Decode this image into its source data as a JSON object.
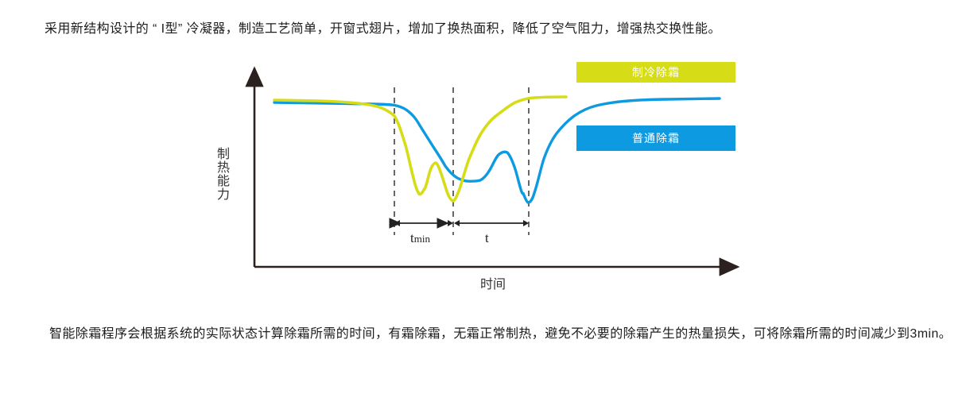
{
  "intro_paragraph": "采用新结构设计的 “ I型” 冷凝器，制造工艺简单，开窗式翅片，增加了换热面积，降低了空气阻力，增强热交换性能。",
  "closing_paragraph": "智能除霜程序会根据系统的实际状态计算除霜所需的时间，有霜除霜，无霜正常制热，避免不必要的除霜产生的热量损失，可将除霜所需的时间减少到3min。",
  "legend": {
    "cooling_defrost": "制冷除霜",
    "normal_defrost": "普通除霜",
    "cooling_color": "#d6dd16",
    "normal_color": "#0d9ae0"
  },
  "chart_data": {
    "type": "line",
    "title": "",
    "xlabel": "时间",
    "ylabel": "制热能力",
    "grid": false,
    "legend_position": "right",
    "axis_color": "#2b211f",
    "annotations": [
      {
        "name": "tmin",
        "label_main": "t",
        "label_sub": "min",
        "from_x": 496,
        "to_x": 570,
        "y": 281
      },
      {
        "name": "t",
        "label_main": "t",
        "label_sub": "",
        "from_x": 570,
        "to_x": 665,
        "y": 281
      }
    ],
    "markers": {
      "dashed_lines_x": [
        496,
        570,
        665
      ],
      "dashed_color": "#4d4d4d"
    },
    "series": [
      {
        "name": "制冷除霜",
        "color": "#d6dd16",
        "points": [
          [
            345,
            126
          ],
          [
            400,
            127
          ],
          [
            450,
            130
          ],
          [
            480,
            136
          ],
          [
            496,
            146
          ],
          [
            510,
            183
          ],
          [
            520,
            224
          ],
          [
            527,
            244
          ],
          [
            535,
            236
          ],
          [
            543,
            210
          ],
          [
            548,
            205
          ],
          [
            556,
            222
          ],
          [
            564,
            246
          ],
          [
            570,
            253
          ],
          [
            578,
            238
          ],
          [
            590,
            200
          ],
          [
            605,
            168
          ],
          [
            625,
            145
          ],
          [
            648,
            129
          ],
          [
            672,
            123
          ],
          [
            700,
            122
          ],
          [
            712,
            122
          ]
        ]
      },
      {
        "name": "普通除霜",
        "color": "#0d9ae0",
        "points": [
          [
            345,
            129
          ],
          [
            420,
            130
          ],
          [
            470,
            131
          ],
          [
            496,
            132
          ],
          [
            512,
            139
          ],
          [
            528,
            158
          ],
          [
            545,
            185
          ],
          [
            560,
            209
          ],
          [
            575,
            224
          ],
          [
            590,
            228
          ],
          [
            604,
            227
          ],
          [
            616,
            214
          ],
          [
            628,
            194
          ],
          [
            638,
            192
          ],
          [
            648,
            213
          ],
          [
            658,
            243
          ],
          [
            664,
            255
          ],
          [
            672,
            243
          ],
          [
            684,
            200
          ],
          [
            700,
            168
          ],
          [
            722,
            146
          ],
          [
            750,
            133
          ],
          [
            790,
            127
          ],
          [
            840,
            125
          ],
          [
            905,
            124
          ]
        ]
      }
    ],
    "axes": {
      "origin": [
        320,
        336
      ],
      "y_top": [
        320,
        80
      ],
      "x_end": [
        935,
        336
      ]
    }
  }
}
